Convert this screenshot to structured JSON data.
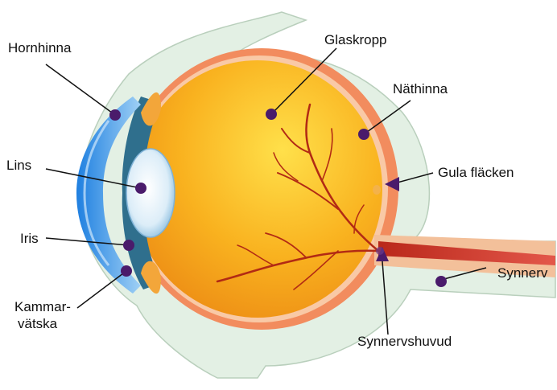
{
  "labels": {
    "hornhinna": "Hornhinna",
    "glaskropp": "Glaskropp",
    "nathinna": "Näthinna",
    "lins": "Lins",
    "gula_flacken": "Gula fläcken",
    "iris": "Iris",
    "synnerv": "Synnerv",
    "kammarvatska_line1": "Kammar-",
    "kammarvatska_line2": "vätska",
    "synnervshuvud": "Synnervshuvud"
  },
  "colors": {
    "marker": "#4a1b6b",
    "leader": "#111111",
    "sclera": "#dfeee0",
    "retina": "#f28c5e",
    "vitreous": "#f7a51c",
    "cornea": "#3f9be8",
    "lens": "#d9ecf7",
    "vessel": "#b22a14"
  }
}
